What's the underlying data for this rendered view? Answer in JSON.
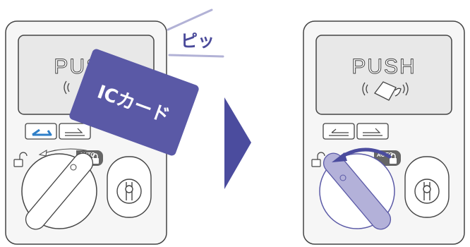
{
  "left_panel": {
    "display_label": "PUSH",
    "ic_card_label": "ICカード",
    "sound_label": "ピッ",
    "auto_badge": "AUTO"
  },
  "right_panel": {
    "display_label": "PUSH",
    "auto_badge": "AUTO"
  },
  "colors": {
    "card": "#5a59a6",
    "card_dark": "#4a4a90",
    "accent_blue": "#2f7fc8",
    "arrow_purple": "#4b4c9e",
    "knob_fill": "#b3b1d9",
    "sound_lines": "#b2b2d6",
    "outline": "#444444",
    "screen_gray": "#e8e8e8"
  },
  "icons": [
    "unlock-icon",
    "lock-icon",
    "contactless-card-icon",
    "rotate-arrow-icon",
    "key-cylinder-icon",
    "next-step-arrow-icon"
  ]
}
